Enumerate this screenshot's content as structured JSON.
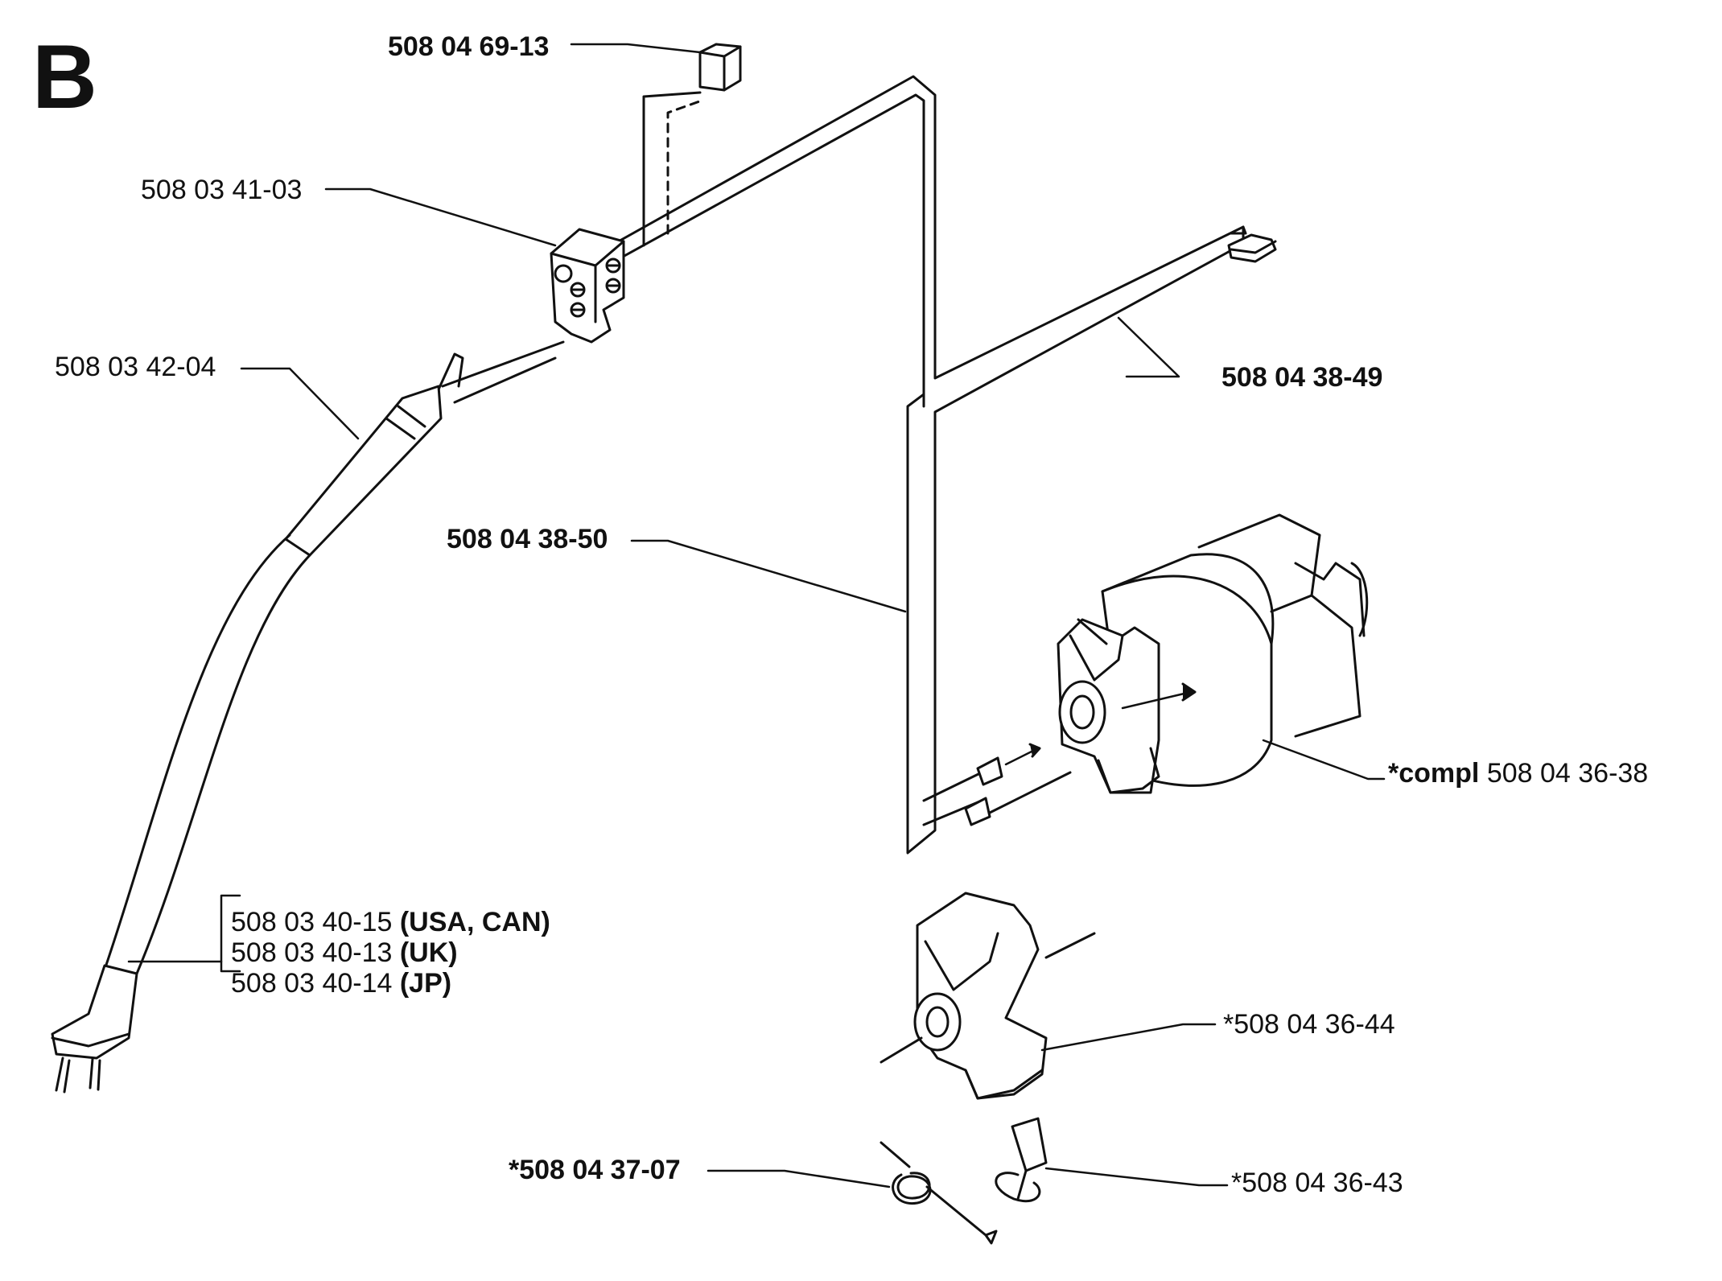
{
  "section_letter": "B",
  "labels": {
    "switch_connector": {
      "number": "508 04 69-13"
    },
    "terminal_block": {
      "number": "508 03 41-03"
    },
    "cord_sleeve": {
      "number": "508 03 42-04"
    },
    "motor_harness": {
      "number": "508 04 38-49"
    },
    "main_harness": {
      "number": "508 04 38-50"
    },
    "motor": {
      "prefix": "*compl",
      "number": "508 04 36-38"
    },
    "power_cord": [
      {
        "number": "508 03 40-15",
        "region": "(USA, CAN)"
      },
      {
        "number": "508 03 40-13",
        "region": "(UK)"
      },
      {
        "number": "508 03 40-14",
        "region": "(JP)"
      }
    ],
    "brush_holder": {
      "number": "*508 04 36-44"
    },
    "carbon_brush": {
      "number": "*508 04 36-43"
    },
    "spring": {
      "number": "*508 04 37-07"
    }
  },
  "colors": {
    "ink": "#111111",
    "background": "#ffffff"
  }
}
